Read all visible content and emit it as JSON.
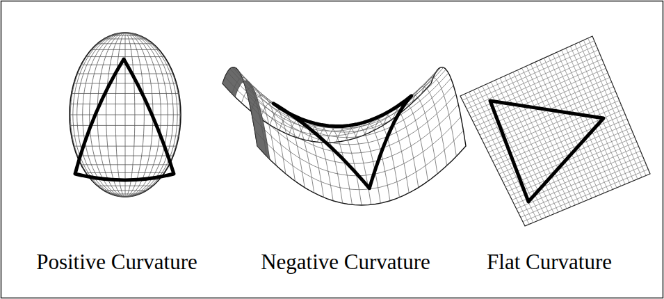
{
  "diagram": {
    "labels": [
      "Positive Curvature",
      "Negative Curvature",
      "Flat Curvature"
    ]
  }
}
